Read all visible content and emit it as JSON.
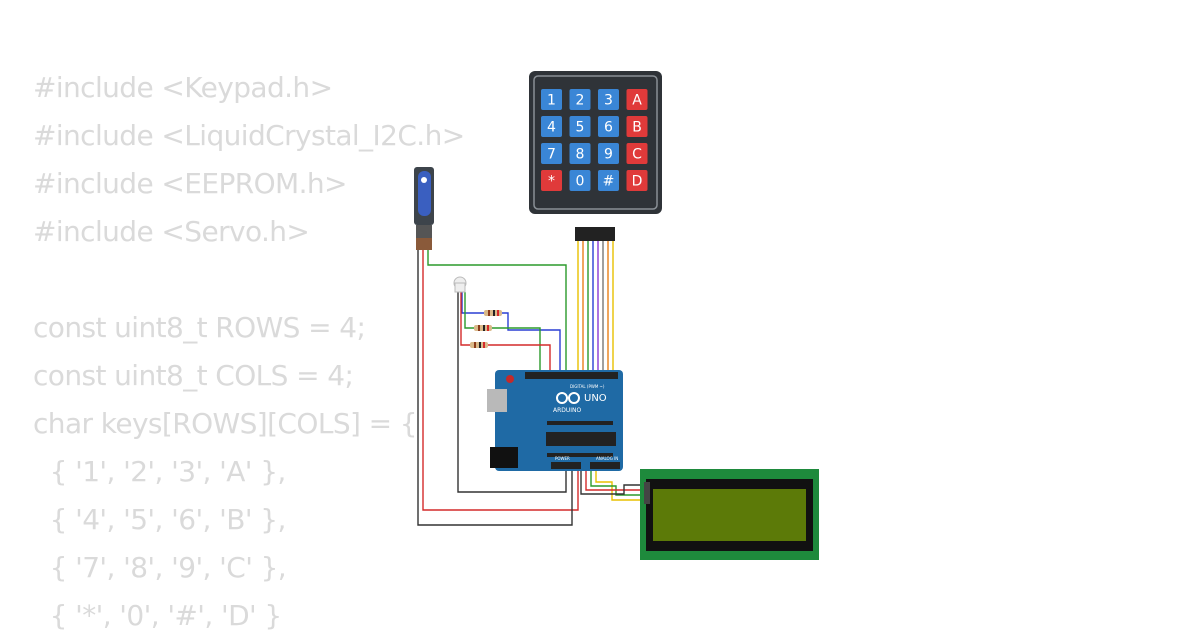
{
  "code_lines": [
    "#include <Keypad.h>",
    "#include <LiquidCrystal_I2C.h>",
    "#include <EEPROM.h>",
    "#include <Servo.h>",
    "",
    "const uint8_t ROWS = 4;",
    "const uint8_t COLS = 4;",
    "char keys[ROWS][COLS] = {",
    "  { '1', '2', '3', 'A' },",
    "  { '4', '5', '6', 'B' },",
    "  { '7', '8', '9', 'C' },",
    "  { '*', '0', '#', 'D' }"
  ],
  "keypad": {
    "keys": [
      [
        "1",
        "2",
        "3",
        "A"
      ],
      [
        "4",
        "5",
        "6",
        "B"
      ],
      [
        "7",
        "8",
        "9",
        "C"
      ],
      [
        "*",
        "0",
        "#",
        "D"
      ]
    ],
    "colors": {
      "number": "#3a86d6",
      "letter": "#e03a3a",
      "star": "#e03a3a",
      "body": "#2f3338"
    }
  },
  "arduino": {
    "brand": "ARDUINO",
    "model": "UNO",
    "digital_label": "DIGITAL (PWM ~)",
    "power_label": "POWER",
    "analog_label": "ANALOG IN",
    "board_color": "#1f6aa5"
  },
  "lcd": {
    "border_color": "#1e8a3c",
    "screen_color": "#5c7a08"
  },
  "wire_colors": {
    "green": "#2b9a2b",
    "red": "#d42a2a",
    "black": "#333333",
    "blue": "#2a3fd4",
    "yellow": "#e8c000",
    "orange": "#e8801a",
    "purple": "#8a3ad6"
  }
}
